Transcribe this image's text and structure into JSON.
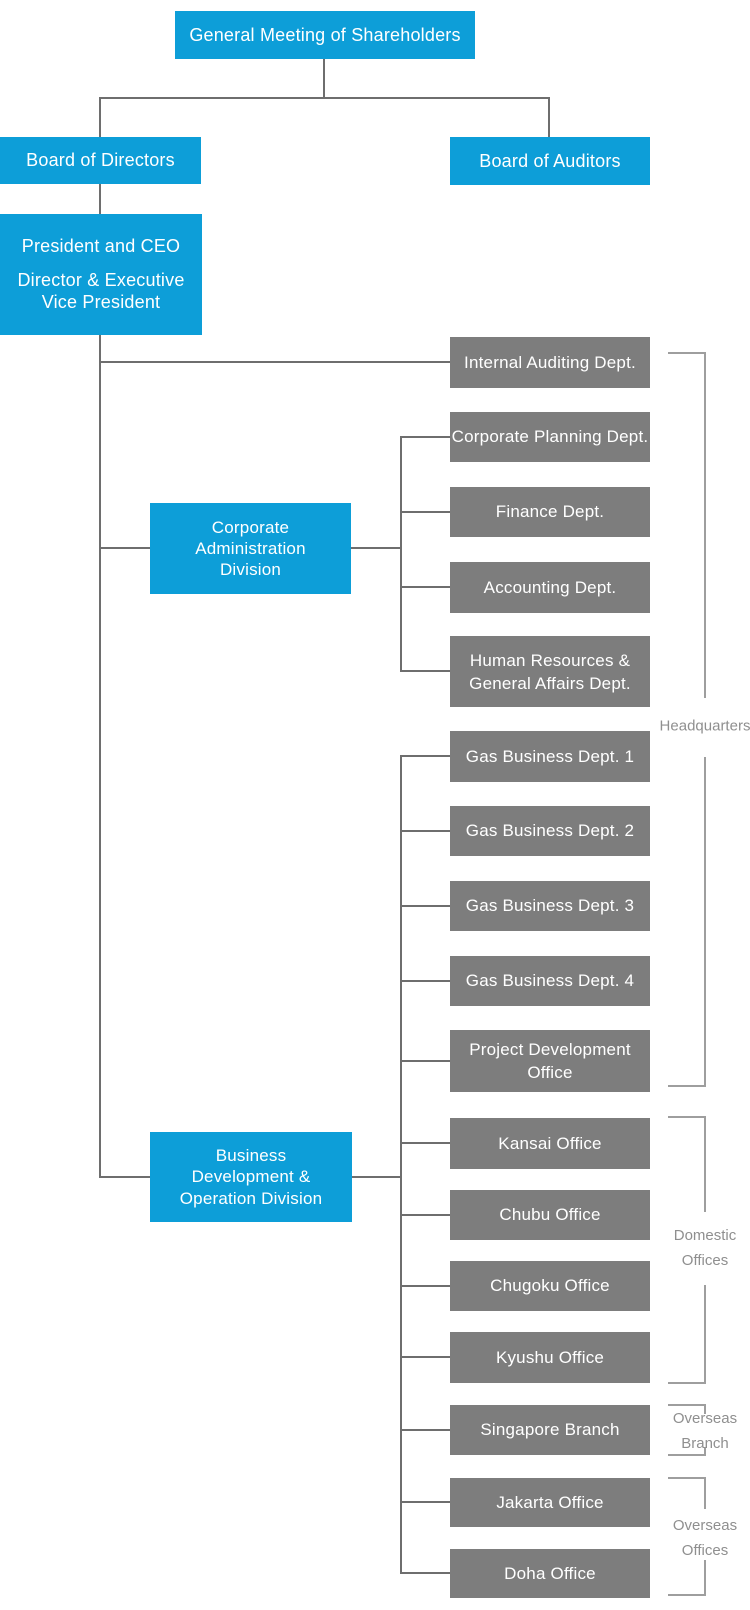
{
  "palette": {
    "blue": "#0d9ed8",
    "gray_box": "#7d7d7d",
    "connector_line": "#6e6e6e",
    "bracket_line": "#9e9e9e",
    "bracket_label": "#8f8f8f",
    "box_text": "#ffffff"
  },
  "org_chart": {
    "root": "General Meeting of Shareholders",
    "board_of_directors": "Board of Directors",
    "board_of_auditors": "Board of Auditors",
    "executive": {
      "title1": "President and CEO",
      "title2": "Director & Executive Vice President"
    },
    "internal_audit_dept": "Internal Auditing Dept.",
    "divisions": [
      {
        "name": "Corporate Administration Division",
        "departments": [
          "Corporate Planning Dept.",
          "Finance Dept.",
          "Accounting Dept.",
          "Human Resources & General Affairs Dept."
        ]
      },
      {
        "name": "Business Development & Operation Division",
        "departments": [
          "Gas Business Dept. 1",
          "Gas Business Dept. 2",
          "Gas Business Dept. 3",
          "Gas Business Dept. 4",
          "Project Development Office",
          "Kansai Office",
          "Chubu Office",
          "Chugoku Office",
          "Kyushu Office",
          "Singapore Branch",
          "Jakarta Office",
          "Doha Office"
        ]
      }
    ],
    "location_groups": [
      "Headquarters",
      "Domestic Offices",
      "Overseas Branch",
      "Overseas Offices"
    ]
  }
}
